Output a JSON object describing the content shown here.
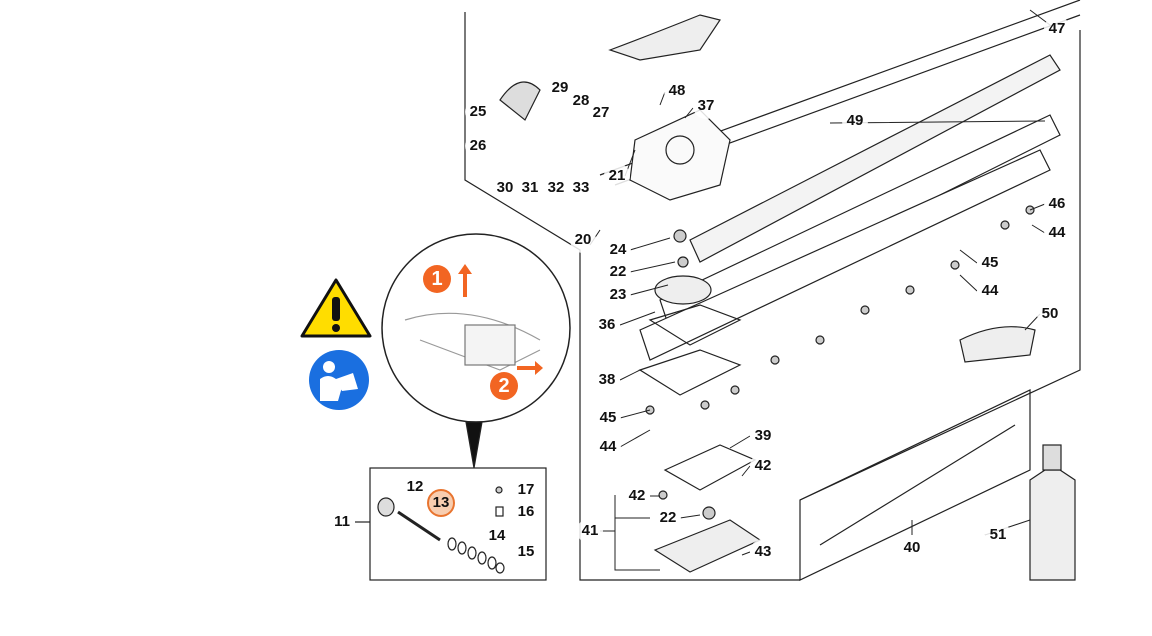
{
  "colors": {
    "highlight_fill": "#f7cdb0",
    "highlight_border": "#e8742f",
    "warning_yellow": "#ffdd00",
    "manual_blue": "#1a6fe0",
    "step_orange": "#f26522"
  },
  "callouts": {
    "step1": "1",
    "step2": "2"
  },
  "parts": [
    {
      "id": "47"
    },
    {
      "id": "48"
    },
    {
      "id": "37"
    },
    {
      "id": "29"
    },
    {
      "id": "28"
    },
    {
      "id": "27"
    },
    {
      "id": "25"
    },
    {
      "id": "49"
    },
    {
      "id": "26"
    },
    {
      "id": "21"
    },
    {
      "id": "30"
    },
    {
      "id": "31"
    },
    {
      "id": "32"
    },
    {
      "id": "33"
    },
    {
      "id": "20"
    },
    {
      "id": "24"
    },
    {
      "id": "22"
    },
    {
      "id": "23"
    },
    {
      "id": "46"
    },
    {
      "id": "44"
    },
    {
      "id": "45"
    },
    {
      "id": "44"
    },
    {
      "id": "50"
    },
    {
      "id": "36"
    },
    {
      "id": "38"
    },
    {
      "id": "45"
    },
    {
      "id": "44"
    },
    {
      "id": "39"
    },
    {
      "id": "42"
    },
    {
      "id": "42"
    },
    {
      "id": "22"
    },
    {
      "id": "41"
    },
    {
      "id": "43"
    },
    {
      "id": "40"
    },
    {
      "id": "51"
    },
    {
      "id": "11"
    },
    {
      "id": "12"
    },
    {
      "id": "13",
      "highlighted": true
    },
    {
      "id": "17"
    },
    {
      "id": "16"
    },
    {
      "id": "14"
    },
    {
      "id": "15"
    }
  ]
}
